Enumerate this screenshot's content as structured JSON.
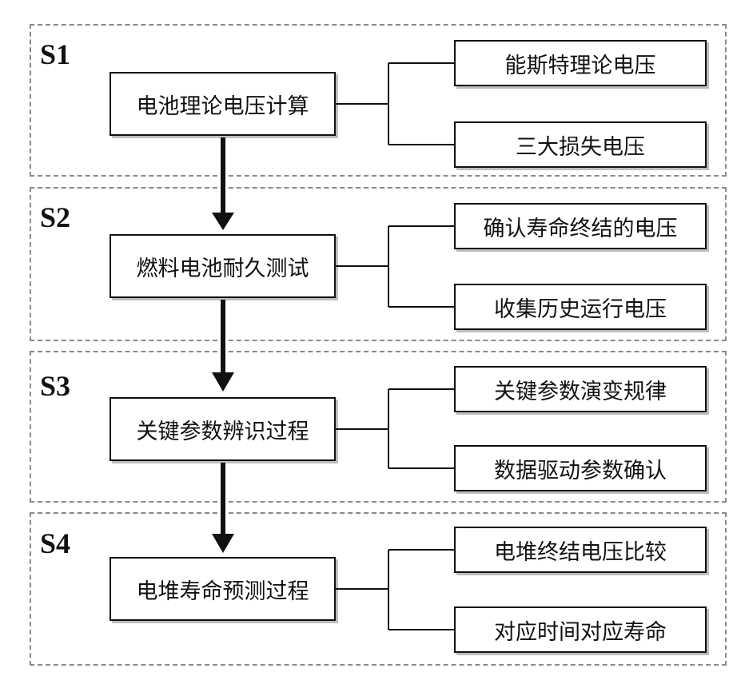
{
  "stages": [
    {
      "label": "S1",
      "main": "电池理论电压计算",
      "subs": [
        "能斯特理论电压",
        "三大损失电压"
      ]
    },
    {
      "label": "S2",
      "main": "燃料电池耐久测试",
      "subs": [
        "确认寿命终结的电压",
        "收集历史运行电压"
      ]
    },
    {
      "label": "S3",
      "main": "关键参数辨识过程",
      "subs": [
        "关键参数演变规律",
        "数据驱动参数确认"
      ]
    },
    {
      "label": "S4",
      "main": "电堆寿命预测过程",
      "subs": [
        "电堆终结电压比较",
        "对应时间对应寿命"
      ]
    }
  ],
  "colors": {
    "line": "#111111",
    "dash": "#8a8a8a",
    "shadow": "#bdbdbd"
  }
}
